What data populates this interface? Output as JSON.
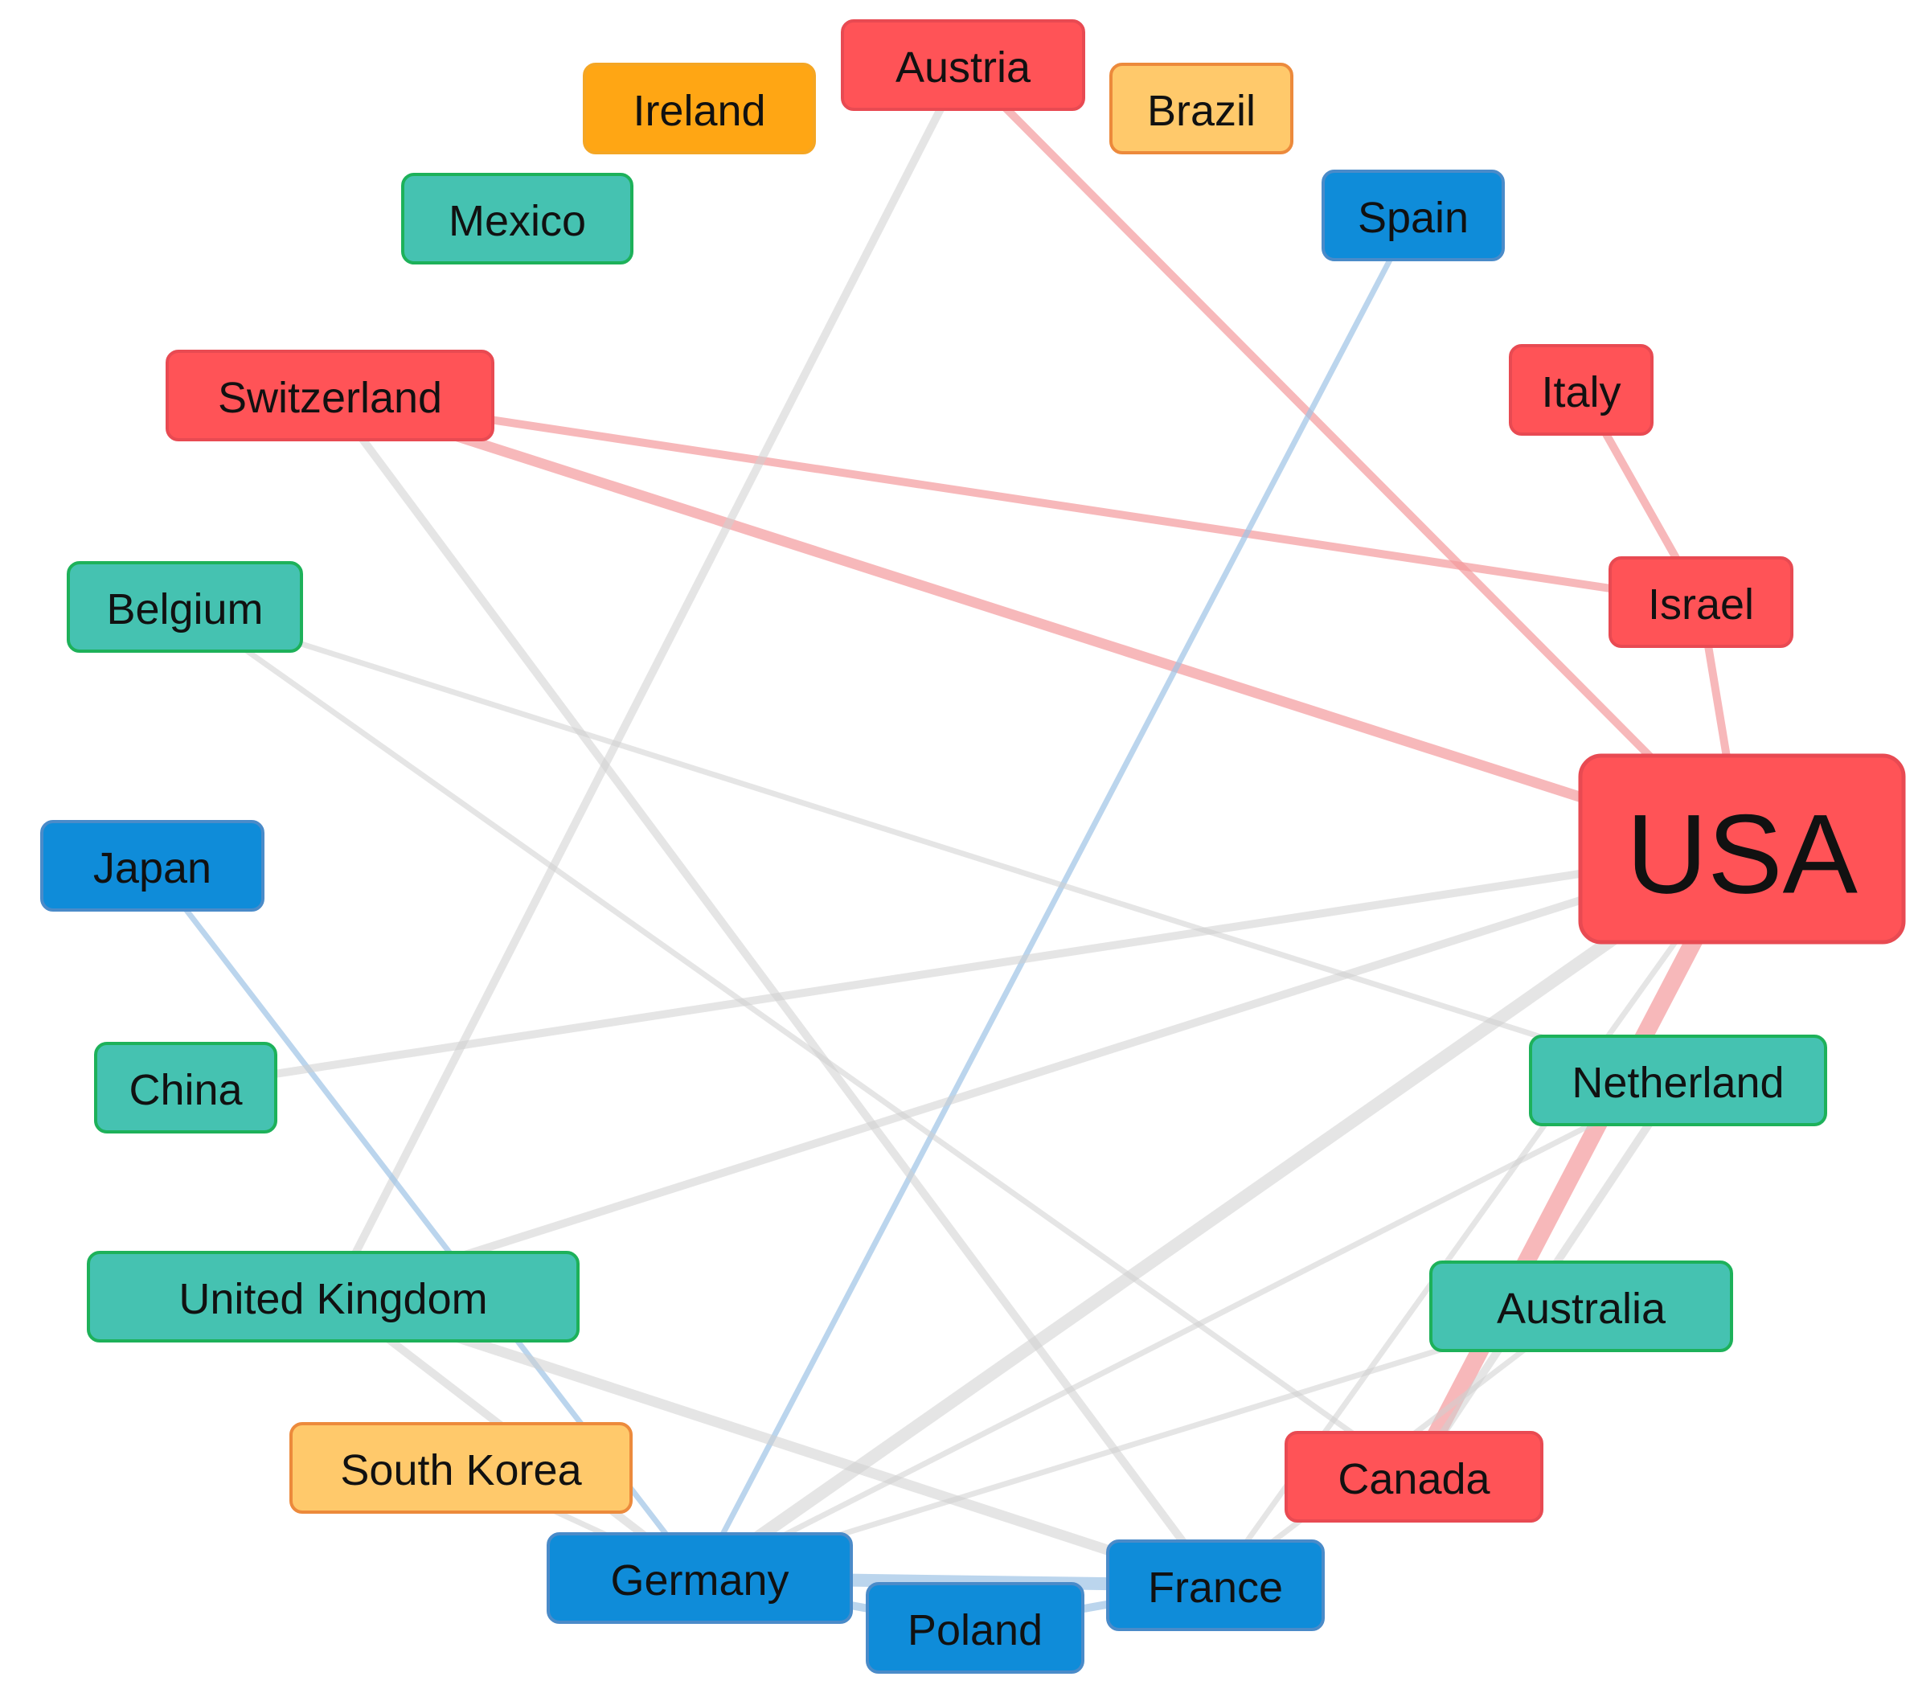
{
  "diagram": {
    "type": "country-network",
    "colors": {
      "red": "#ff5357",
      "red_border": "#e84a52",
      "teal": "#45c2b1",
      "teal_border": "#1db15a",
      "blue": "#0f8cd9",
      "blue_border": "#4a8bc9",
      "orange": "#ffa614",
      "orange_border": "#f5a623",
      "light_orange": "#ffc96b",
      "light_orange_border": "#ec8a3c",
      "edge_red": "#f39a9d",
      "edge_blue": "#9ec3e6",
      "edge_gray": "#cfcfcf"
    },
    "nodes": [
      {
        "id": "austria",
        "label": "Austria",
        "color": "red"
      },
      {
        "id": "ireland",
        "label": "Ireland",
        "color": "orange"
      },
      {
        "id": "brazil",
        "label": "Brazil",
        "color": "light_orange"
      },
      {
        "id": "mexico",
        "label": "Mexico",
        "color": "teal"
      },
      {
        "id": "spain",
        "label": "Spain",
        "color": "blue"
      },
      {
        "id": "switzerland",
        "label": "Switzerland",
        "color": "red"
      },
      {
        "id": "italy",
        "label": "Italy",
        "color": "red"
      },
      {
        "id": "israel",
        "label": "Israel",
        "color": "red"
      },
      {
        "id": "belgium",
        "label": "Belgium",
        "color": "teal"
      },
      {
        "id": "usa",
        "label": "USA",
        "color": "red"
      },
      {
        "id": "japan",
        "label": "Japan",
        "color": "blue"
      },
      {
        "id": "china",
        "label": "China",
        "color": "teal"
      },
      {
        "id": "netherland",
        "label": "Netherland",
        "color": "teal"
      },
      {
        "id": "united_kingdom",
        "label": "United Kingdom",
        "color": "teal"
      },
      {
        "id": "australia",
        "label": "Australia",
        "color": "teal"
      },
      {
        "id": "south_korea",
        "label": "South Korea",
        "color": "light_orange"
      },
      {
        "id": "canada",
        "label": "Canada",
        "color": "red"
      },
      {
        "id": "germany",
        "label": "Germany",
        "color": "blue"
      },
      {
        "id": "france",
        "label": "France",
        "color": "blue"
      },
      {
        "id": "poland",
        "label": "Poland",
        "color": "blue"
      }
    ],
    "edges": [
      {
        "source": "switzerland",
        "target": "usa",
        "color": "edge_red",
        "weight": 3
      },
      {
        "source": "switzerland",
        "target": "israel",
        "color": "edge_red",
        "weight": 2
      },
      {
        "source": "austria",
        "target": "usa",
        "color": "edge_red",
        "weight": 2
      },
      {
        "source": "italy",
        "target": "israel",
        "color": "edge_red",
        "weight": 2
      },
      {
        "source": "israel",
        "target": "usa",
        "color": "edge_red",
        "weight": 2
      },
      {
        "source": "usa",
        "target": "canada",
        "color": "edge_red",
        "weight": 6
      },
      {
        "source": "austria",
        "target": "united_kingdom",
        "color": "edge_gray",
        "weight": 2
      },
      {
        "source": "spain",
        "target": "germany",
        "color": "edge_blue",
        "weight": 1
      },
      {
        "source": "japan",
        "target": "germany",
        "color": "edge_blue",
        "weight": 1
      },
      {
        "source": "switzerland",
        "target": "france",
        "color": "edge_gray",
        "weight": 2
      },
      {
        "source": "belgium",
        "target": "netherland",
        "color": "edge_gray",
        "weight": 1
      },
      {
        "source": "usa",
        "target": "china",
        "color": "edge_gray",
        "weight": 2
      },
      {
        "source": "usa",
        "target": "united_kingdom",
        "color": "edge_gray",
        "weight": 2
      },
      {
        "source": "usa",
        "target": "germany",
        "color": "edge_gray",
        "weight": 4
      },
      {
        "source": "usa",
        "target": "france",
        "color": "edge_gray",
        "weight": 1
      },
      {
        "source": "netherland",
        "target": "germany",
        "color": "edge_gray",
        "weight": 1
      },
      {
        "source": "netherland",
        "target": "canada",
        "color": "edge_gray",
        "weight": 2
      },
      {
        "source": "australia",
        "target": "germany",
        "color": "edge_gray",
        "weight": 1
      },
      {
        "source": "australia",
        "target": "france",
        "color": "edge_gray",
        "weight": 1
      },
      {
        "source": "united_kingdom",
        "target": "france",
        "color": "edge_gray",
        "weight": 3
      },
      {
        "source": "united_kingdom",
        "target": "germany",
        "color": "edge_gray",
        "weight": 2
      },
      {
        "source": "south_korea",
        "target": "germany",
        "color": "edge_gray",
        "weight": 1
      },
      {
        "source": "germany",
        "target": "france",
        "color": "edge_blue",
        "weight": 4
      },
      {
        "source": "germany",
        "target": "poland",
        "color": "edge_blue",
        "weight": 2
      },
      {
        "source": "poland",
        "target": "france",
        "color": "edge_blue",
        "weight": 2
      },
      {
        "source": "belgium",
        "target": "canada",
        "color": "edge_gray",
        "weight": 1
      }
    ]
  }
}
